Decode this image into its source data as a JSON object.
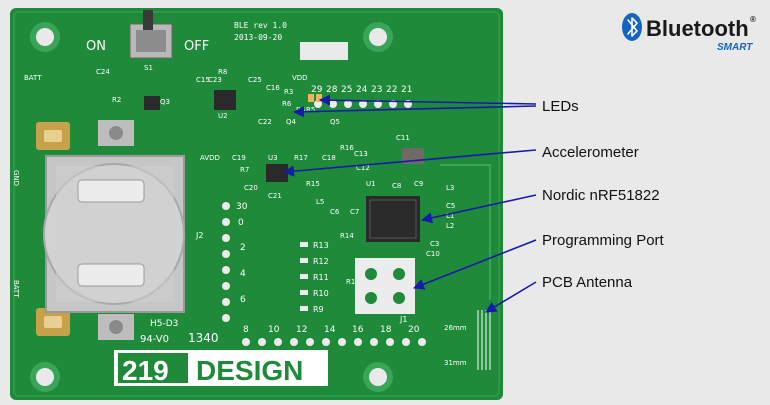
{
  "logo": {
    "brand": "Bluetooth",
    "trademark": "®",
    "tagline": "SMART",
    "icon": "bluetooth-rune-icon",
    "brand_color": "#1565c0"
  },
  "board": {
    "color": "#1e8a3a",
    "switch": {
      "on": "ON",
      "off": "OFF",
      "ref": "S1"
    },
    "revision": "BLE rev 1.0",
    "date": "2013-09-20",
    "batt": "BATT",
    "vdd": "VDD",
    "gnd": "GND",
    "avdd": "AVDD",
    "holder_ref": "J2",
    "port_ref": "J1",
    "cert_top": "H5-D3",
    "cert_bottom": "94-V0",
    "lot": "1340",
    "brand_number": "219",
    "brand_name": "DESIGN",
    "dim_26": "26mm",
    "dim_31": "31mm",
    "header_top": [
      "29",
      "28",
      "25",
      "24",
      "23",
      "22",
      "21"
    ],
    "header_bottom": [
      "8",
      "10",
      "12",
      "14",
      "16",
      "18",
      "20"
    ],
    "header_left": [
      "30",
      "0",
      "2",
      "4",
      "6"
    ],
    "resistors": [
      "R13",
      "R12",
      "R11",
      "R10",
      "R9"
    ],
    "parts": [
      "C24",
      "R2",
      "Q3",
      "C15",
      "C23",
      "R8",
      "U2",
      "C25",
      "C16",
      "R3",
      "R4",
      "R5",
      "R6",
      "Q4",
      "Q5",
      "C22",
      "C19",
      "U3",
      "R7",
      "R17",
      "C18",
      "R16",
      "C20",
      "C21",
      "R15",
      "C13",
      "C12",
      "U1",
      "C7",
      "R14",
      "C10",
      "C3",
      "L1",
      "L2",
      "L3",
      "C5",
      "C11",
      "R1",
      "C8",
      "L5",
      "C6",
      "C9"
    ]
  },
  "callouts": [
    {
      "label": "LEDs"
    },
    {
      "label": "Accelerometer"
    },
    {
      "label": "Nordic nRF51822"
    },
    {
      "label": "Programming Port"
    },
    {
      "label": "PCB Antenna"
    }
  ],
  "callout_color": "#1a1aaa"
}
